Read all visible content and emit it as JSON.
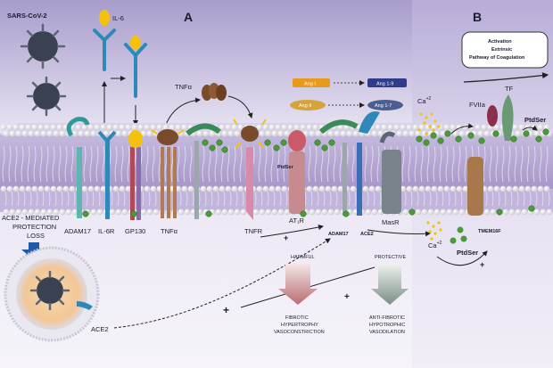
{
  "panels": {
    "a_letter": "A",
    "b_letter": "B"
  },
  "virus_label": "SARS-CoV-2",
  "cytokines": {
    "il6": "IL-6",
    "tnfa_top": "TNFα"
  },
  "angiotensin": {
    "ang1": "Ang I",
    "ang19": "Ang 1-9",
    "ang2": "Ang II",
    "ang17": "Ang 1-7"
  },
  "membrane_labels": {
    "adam17_left": "ADAM17",
    "il6r": "IL-6R",
    "gp130": "GP130",
    "tnfa_bottom": "TNFα",
    "tnfr": "TNFR",
    "at1r": "AT₁R",
    "adam17_right": "ADAM17",
    "ace2": "ACE2",
    "masr": "MasR",
    "ptdser_membrane": "PtdSer",
    "tmem16f": "TMEM16F"
  },
  "ace2_loss": {
    "line1": "ACE2 - MEDIATED",
    "line2": "PROTECTION",
    "line3": "LOSS",
    "cell_ace2": "ACE2"
  },
  "panel_b": {
    "activation_line1": "Activation",
    "activation_line2": "Extrinsic",
    "activation_line3": "Pathway of Coagulation",
    "tf": "TF",
    "fviia": "FVIIa",
    "ptdser_top": "PtdSer",
    "ca_top": "Ca",
    "ca_top_sup": "+2",
    "ca_bottom": "Ca",
    "ca_bottom_sup": "+2",
    "ptdser_bottom": "PtdSer"
  },
  "outcomes": {
    "harmful": "HARMFUL",
    "harmful_line1": "FIBROTIC",
    "harmful_line2": "HYPERTROPHY",
    "harmful_line3": "VASOCONSTRICTION",
    "protective": "PROTECTIVE",
    "protective_line1": "ANTI-FIBROTIC",
    "protective_line2": "HYPOTROPHIC",
    "protective_line3": "VASODILATION"
  },
  "signs": {
    "plus": "+"
  },
  "colors": {
    "background": "#f3f0f8",
    "panel_b_bg": "#cfc6e4",
    "membrane_top": "#c8bee0",
    "membrane_mid": "#b7aad4",
    "lipid_head": "#eeeeee",
    "virus": "#3a4150",
    "spike": "#5c6576",
    "green_dot": "#4a9a3a",
    "yellow": "#f4c20d",
    "orange_ang": "#e89a1a",
    "blue_ang": "#2e3c8c",
    "harmful_arrow": "#c98b8e",
    "protective_arrow": "#8a9a94",
    "blue_arrow": "#1f5aa8"
  }
}
